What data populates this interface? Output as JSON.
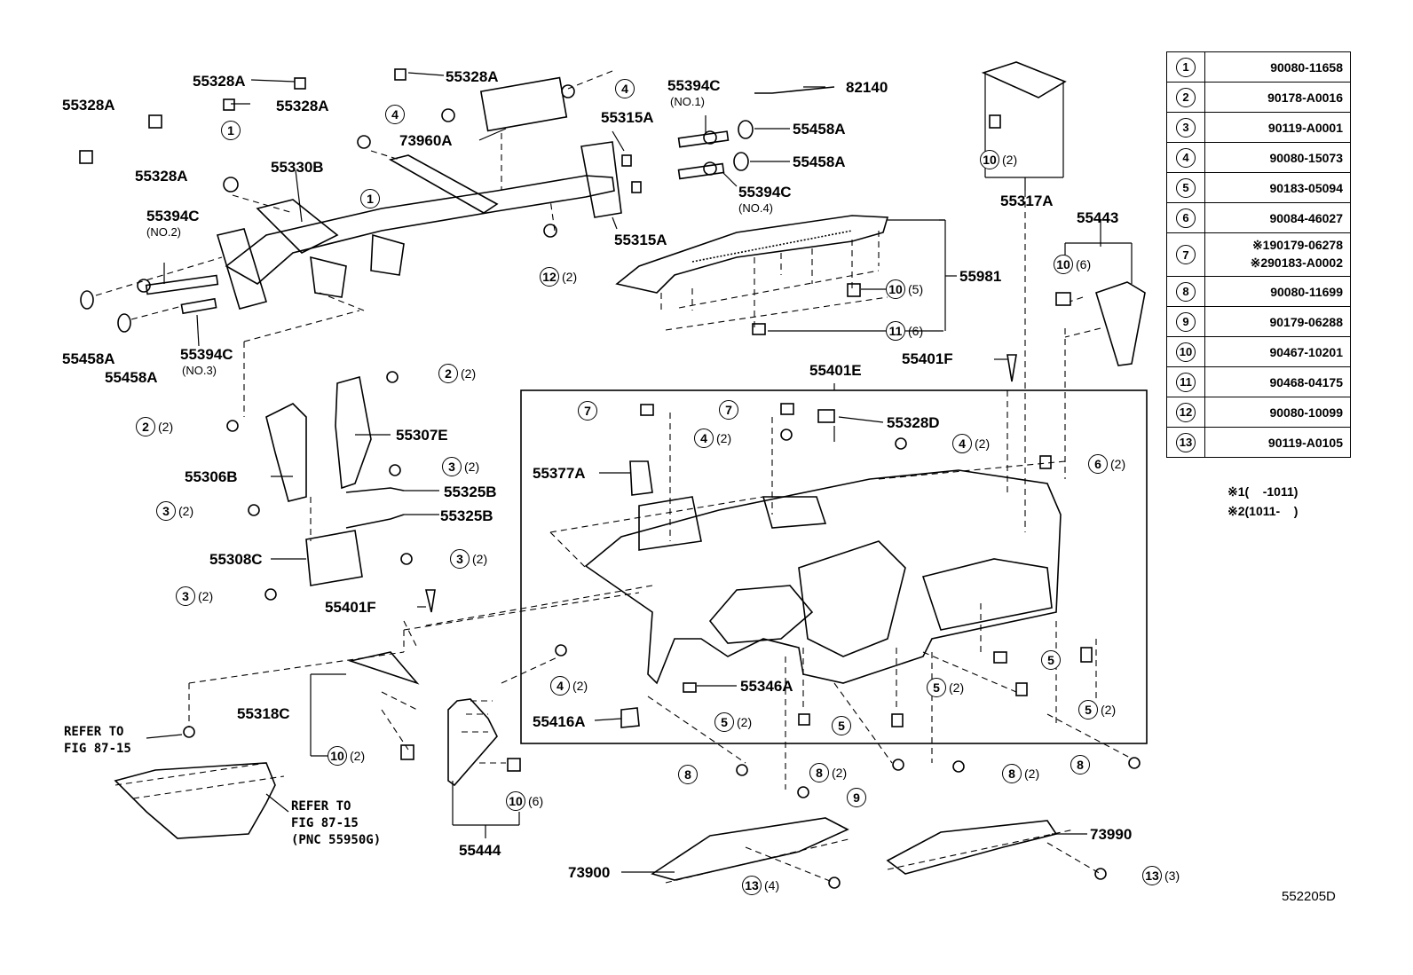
{
  "labels": {
    "l_55328A_a": "55328A",
    "l_55328A_b": "55328A",
    "l_55328A_c": "55328A",
    "l_55328A_d": "55328A",
    "l_55328A_e": "55328A",
    "l_55330B": "55330B",
    "l_55394C_no2": "55394C",
    "l_55394C_no1": "55394C",
    "l_55394C_no3": "55394C",
    "l_55394C_no4": "55394C",
    "l_55458A_a": "55458A",
    "l_55458A_b": "55458A",
    "l_55458A_c": "55458A",
    "l_55458A_d": "55458A",
    "l_73960A": "73960A",
    "l_55315A_a": "55315A",
    "l_55315A_b": "55315A",
    "l_82140": "82140",
    "l_55317A": "55317A",
    "l_55443": "55443",
    "l_55981": "55981",
    "l_55401E": "55401E",
    "l_55401F_a": "55401F",
    "l_55401F_b": "55401F",
    "l_55307E": "55307E",
    "l_55306B": "55306B",
    "l_55325B_a": "55325B",
    "l_55325B_b": "55325B",
    "l_55308C": "55308C",
    "l_55328D": "55328D",
    "l_55377A": "55377A",
    "l_55346A": "55346A",
    "l_55416A": "55416A",
    "l_55318C": "55318C",
    "l_55444": "55444",
    "l_73900": "73900",
    "l_73990": "73990"
  },
  "sublabels": {
    "no1": "(NO.1)",
    "no2": "(NO.2)",
    "no3": "(NO.3)",
    "no4": "(NO.4)"
  },
  "notes": {
    "refer1_line1": "REFER TO",
    "refer1_line2": "FIG 87-15",
    "refer2_line1": "REFER TO",
    "refer2_line2": "FIG 87-15",
    "refer2_line3": "(PNC 55950G)"
  },
  "callouts": [
    {
      "num": "1",
      "qty": ""
    },
    {
      "num": "1",
      "qty": ""
    },
    {
      "num": "4",
      "qty": ""
    },
    {
      "num": "4",
      "qty": ""
    },
    {
      "num": "12",
      "qty": "(2)"
    },
    {
      "num": "10",
      "qty": "(2)"
    },
    {
      "num": "10",
      "qty": "(6)"
    },
    {
      "num": "10",
      "qty": "(5)"
    },
    {
      "num": "11",
      "qty": "(6)"
    },
    {
      "num": "2",
      "qty": "(2)"
    },
    {
      "num": "2",
      "qty": "(2)"
    },
    {
      "num": "3",
      "qty": "(2)"
    },
    {
      "num": "3",
      "qty": "(2)"
    },
    {
      "num": "3",
      "qty": "(2)"
    },
    {
      "num": "3",
      "qty": "(2)"
    },
    {
      "num": "7",
      "qty": ""
    },
    {
      "num": "7",
      "qty": ""
    },
    {
      "num": "4",
      "qty": "(2)"
    },
    {
      "num": "4",
      "qty": "(2)"
    },
    {
      "num": "6",
      "qty": "(2)"
    },
    {
      "num": "4",
      "qty": "(2)"
    },
    {
      "num": "5",
      "qty": ""
    },
    {
      "num": "5",
      "qty": "(2)"
    },
    {
      "num": "5",
      "qty": "(2)"
    },
    {
      "num": "5",
      "qty": ""
    },
    {
      "num": "5",
      "qty": "(2)"
    },
    {
      "num": "8",
      "qty": ""
    },
    {
      "num": "8",
      "qty": "(2)"
    },
    {
      "num": "8",
      "qty": "(2)"
    },
    {
      "num": "8",
      "qty": ""
    },
    {
      "num": "9",
      "qty": ""
    },
    {
      "num": "10",
      "qty": "(2)"
    },
    {
      "num": "10",
      "qty": "(6)"
    },
    {
      "num": "13",
      "qty": "(4)"
    },
    {
      "num": "13",
      "qty": "(3)"
    }
  ],
  "legend": [
    {
      "num": "1",
      "part": "90080-11658"
    },
    {
      "num": "2",
      "part": "90178-A0016"
    },
    {
      "num": "3",
      "part": "90119-A0001"
    },
    {
      "num": "4",
      "part": "90080-15073"
    },
    {
      "num": "5",
      "part": "90183-05094"
    },
    {
      "num": "6",
      "part": "90084-46027"
    },
    {
      "num": "7",
      "part": "※190179-06278",
      "part2": "※290183-A0002"
    },
    {
      "num": "8",
      "part": "90080-11699"
    },
    {
      "num": "9",
      "part": "90179-06288"
    },
    {
      "num": "10",
      "part": "90467-10201"
    },
    {
      "num": "11",
      "part": "90468-04175"
    },
    {
      "num": "12",
      "part": "90080-10099"
    },
    {
      "num": "13",
      "part": "90119-A0105"
    }
  ],
  "footnotes": {
    "f1": "※1(    -1011)",
    "f2": "※2(1011-    )"
  },
  "diagram_id": "552205D"
}
